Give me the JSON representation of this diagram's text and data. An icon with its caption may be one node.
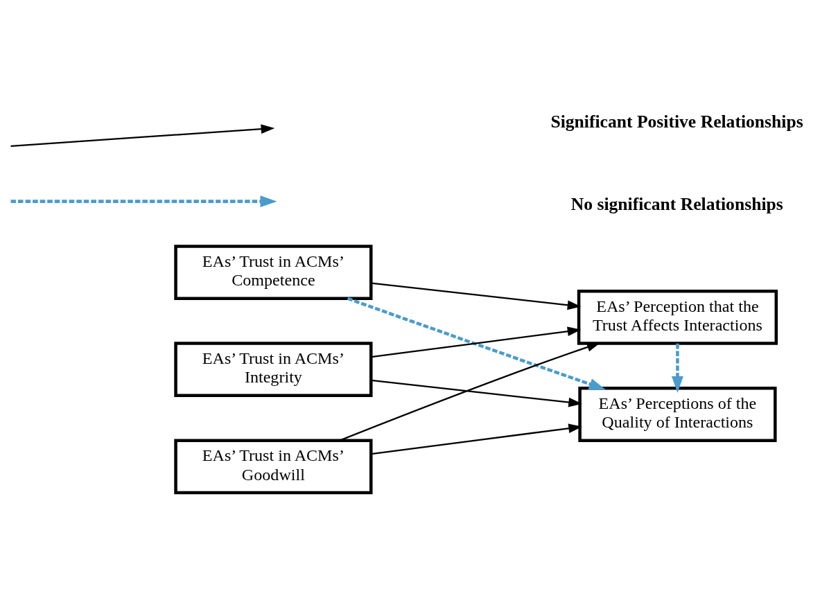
{
  "diagram": {
    "nodes": [
      {
        "text": [
          "EAs’ Trust in ACMs’ Competence"
        ]
      },
      {
        "text": [
          "EAs’ Trust in ACMs’ Integrity"
        ]
      },
      {
        "text": [
          "EAs’ Trust in ACMs’ Goodwill"
        ]
      },
      {
        "text": [
          "EAs’ Perception that the Trust Affects Interactions"
        ]
      },
      {
        "text": [
          "EAs’ Perceptions of the Quality of Interactions"
        ]
      }
    ],
    "edges": [
      {
        "from": 0,
        "to": 3,
        "arrow": "to"
      },
      {
        "from": 0,
        "to": 4,
        "arrow": "to",
        "style": "dashed",
        "color": "#4a9ccc"
      },
      {
        "from": 1,
        "to": 3,
        "arrow": "to"
      },
      {
        "from": 1,
        "to": 4,
        "arrow": "to"
      },
      {
        "from": 2,
        "to": 3,
        "arrow": "to"
      },
      {
        "from": 2,
        "to": 4,
        "arrow": "to"
      },
      {
        "from": 3,
        "to": 4,
        "arrow": "to",
        "style": "dashed",
        "color": "#4a9ccc"
      }
    ],
    "legend": [
      {
        "text": "Significant Positive Relationships"
      },
      {
        "text": "No significant Relationships"
      }
    ]
  }
}
